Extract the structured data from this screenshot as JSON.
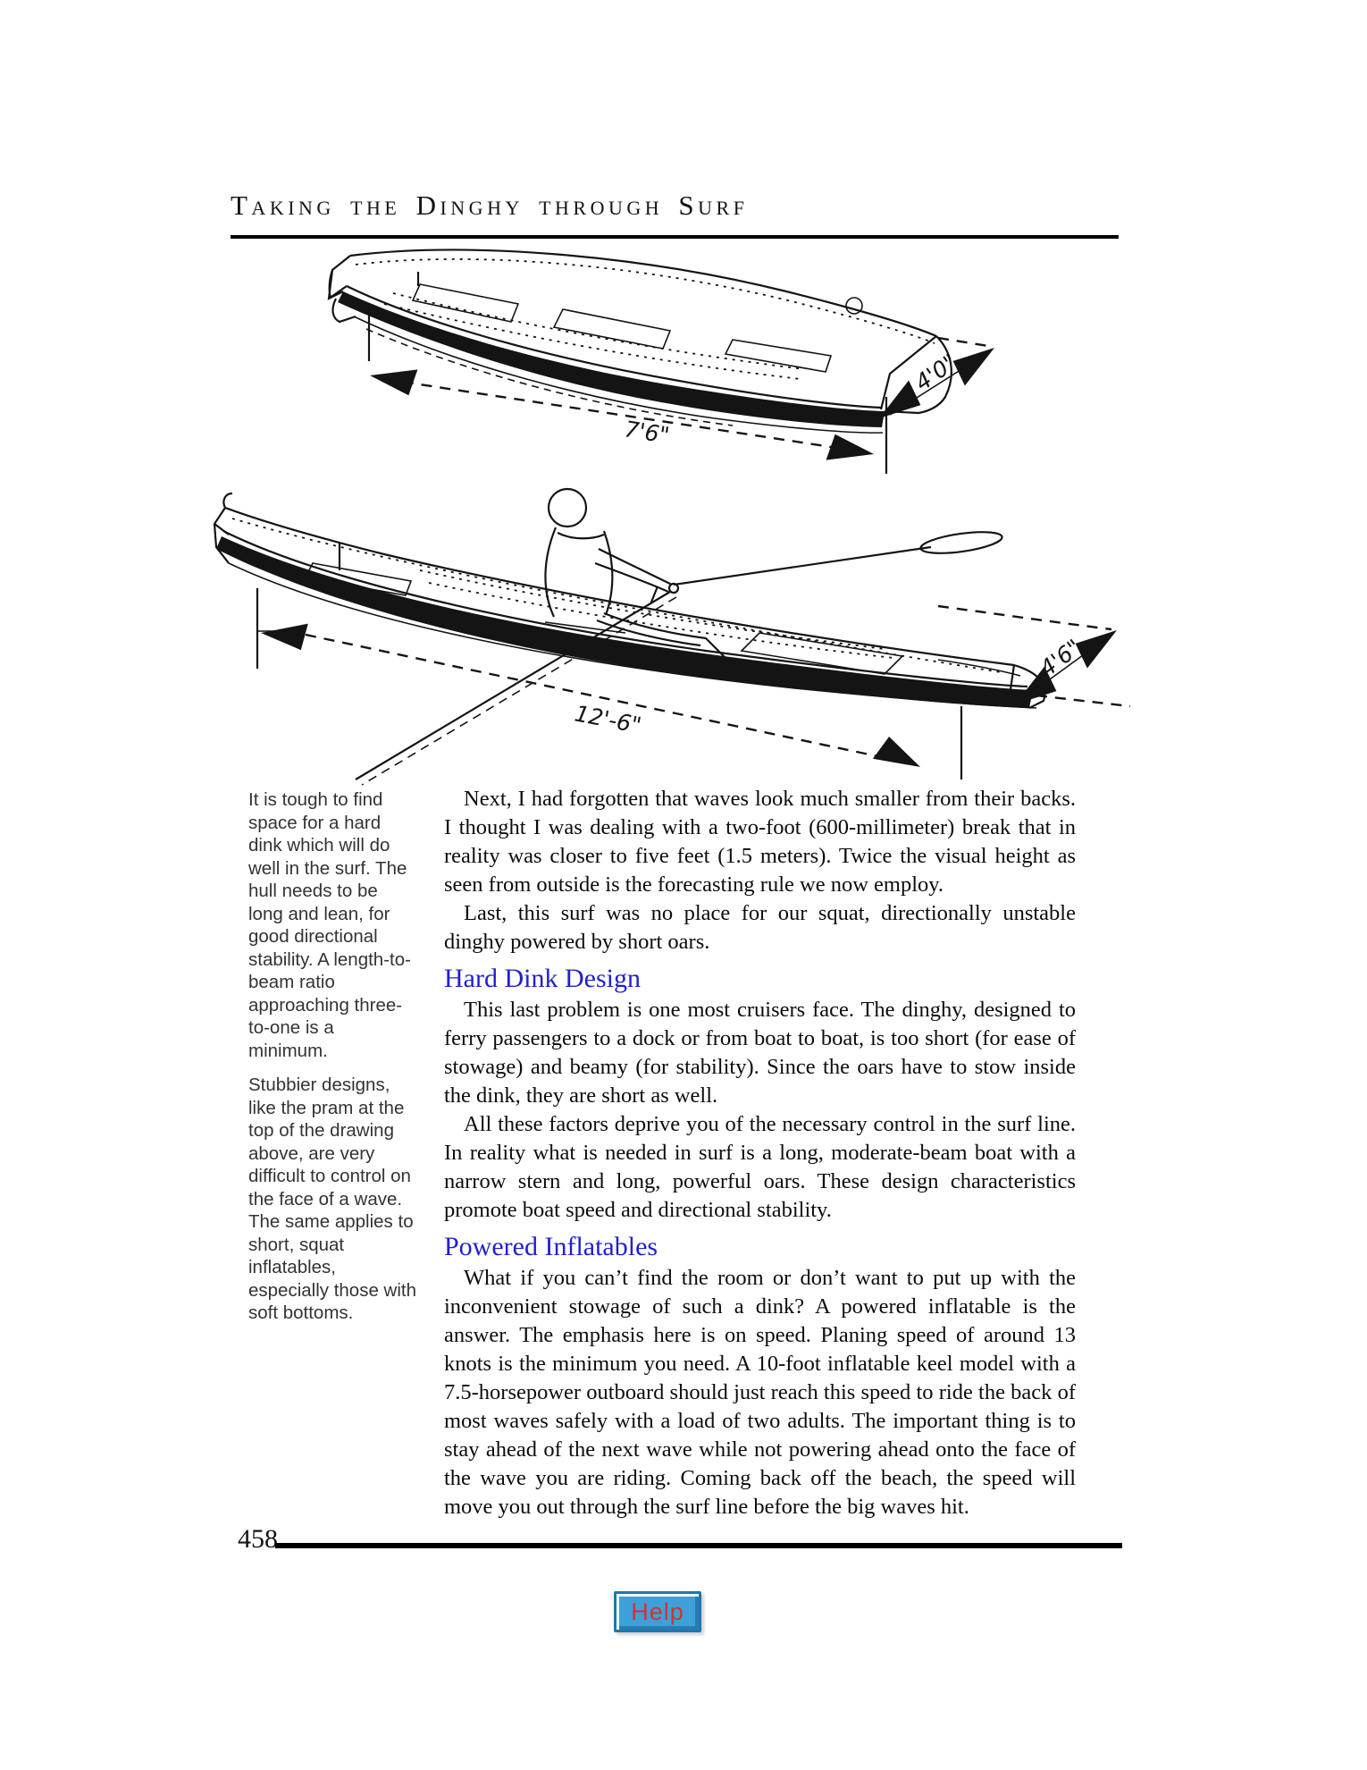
{
  "header": {
    "title": "Taking the Dinghy through Surf"
  },
  "figures": {
    "pram": {
      "length_label": "7'6\"",
      "beam_label": "4'0\""
    },
    "dory": {
      "length_label": "12'-6\"",
      "beam_label": "4'6\""
    }
  },
  "sidebar": {
    "para1": "It is tough to find space for a hard dink which will do well in the surf. The hull needs to be long and lean, for good directional stability. A length-to-beam ratio approaching three-to-one is a minimum.",
    "para2": "Stubbier designs, like the pram at the top of the drawing above, are very difficult to control on the face of a wave. The same applies to short, squat inflatables, especially those with soft bottoms."
  },
  "article": {
    "para_next": "Next, I had forgotten that waves look much smaller from their backs. I thought I was dealing with a two-foot (600-millimeter) break that in reality was closer to five feet (1.5 meters). Twice the visual height as seen from outside is the forecasting rule we now employ.",
    "para_last": "Last, this surf was no place for our squat, directionally unstable dinghy powered by short oars.",
    "heading_hard_dink": "Hard Dink Design",
    "para_problem": "This last problem is one most cruisers face. The dinghy, designed to ferry passengers to a dock or from boat to boat, is too short (for ease of stowage) and beamy (for stability). Since the oars have to stow inside the dink, they are short as well.",
    "para_factors": "All these factors deprive you of the necessary control in the surf line. In reality what is needed in surf is a long, moderate-beam boat with a narrow stern and long, powerful oars. These design characteristics promote boat speed and directional stability.",
    "heading_powered": "Powered Inflatables",
    "para_what_if": "What if you can’t find the room or don’t want to put up with the inconvenient stowage of such a dink? A powered inflatable is the answer. The emphasis here is on speed. Planing speed of around 13 knots is the minimum you need. A 10-foot inflatable keel model with a 7.5-horsepower outboard should just reach this speed to ride the back of most waves safely with a load of two adults. The important thing is to stay ahead of the next wave while not powering ahead onto the face of the wave you are riding. Coming back off the beach, the speed will move you out through the surf line before the big waves hit."
  },
  "footer": {
    "page_number": "458",
    "help_label": "Help"
  },
  "colors": {
    "heading_blue": "#2121cd",
    "help_fill": "#3da0d8",
    "help_text": "#d03434"
  }
}
